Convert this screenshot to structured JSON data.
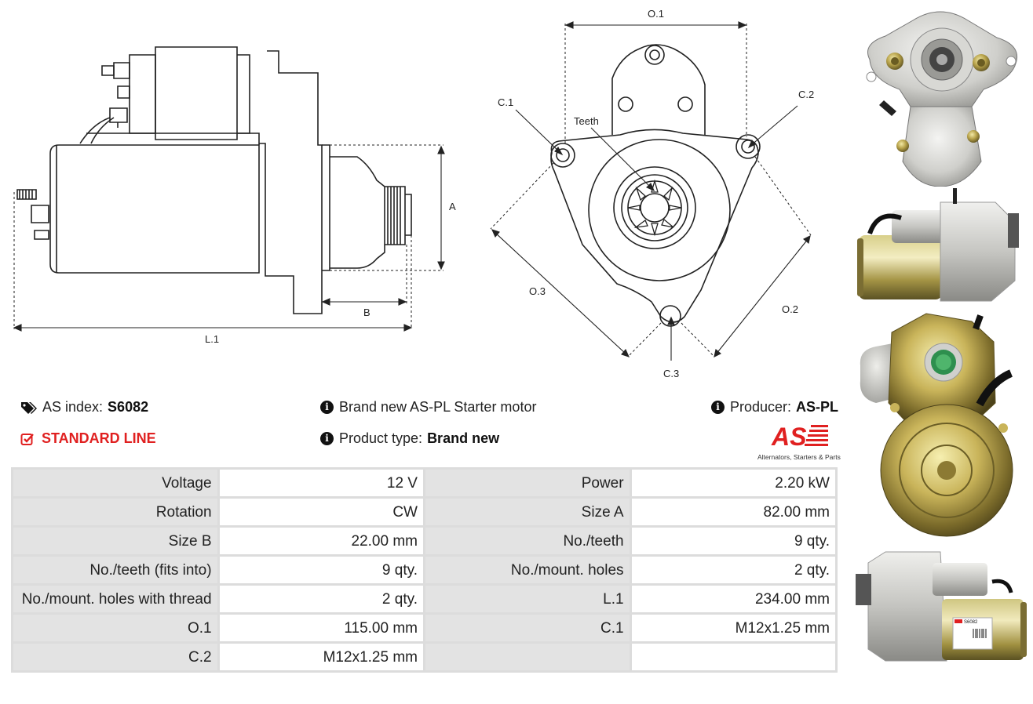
{
  "drawing": {
    "side_labels": {
      "a": "A",
      "b": "B",
      "l1": "L.1"
    },
    "front_labels": {
      "o1": "O.1",
      "o2": "O.2",
      "o3": "O.3",
      "c1": "C.1",
      "c2": "C.2",
      "c3": "C.3",
      "teeth": "Teeth"
    }
  },
  "info": {
    "as_index_label": "AS index:",
    "as_index_value": "S6082",
    "standard_line": "STANDARD LINE",
    "description": "Brand new AS-PL Starter motor",
    "product_type_label": "Product type:",
    "product_type_value": "Brand new",
    "producer_label": "Producer:",
    "producer_value": "AS-PL",
    "logo_text": "AS",
    "logo_tagline": "Alternators, Starters & Parts"
  },
  "specs": [
    [
      "Voltage",
      "12 V",
      "Power",
      "2.20 kW"
    ],
    [
      "Rotation",
      "CW",
      "Size A",
      "82.00 mm"
    ],
    [
      "Size B",
      "22.00 mm",
      "No./teeth",
      "9 qty."
    ],
    [
      "No./teeth (fits into)",
      "9 qty.",
      "No./mount. holes",
      "2 qty."
    ],
    [
      "No./mount. holes with thread",
      "2 qty.",
      "L.1",
      "234.00 mm"
    ],
    [
      "O.1",
      "115.00 mm",
      "C.1",
      "M12x1.25 mm"
    ],
    [
      "C.2",
      "M12x1.25 mm",
      "",
      ""
    ]
  ],
  "photos": {
    "label_code": "S6082"
  },
  "colors": {
    "accent_red": "#e02020",
    "table_label_bg": "#e3e3e3",
    "table_border": "#dcdcdc"
  }
}
